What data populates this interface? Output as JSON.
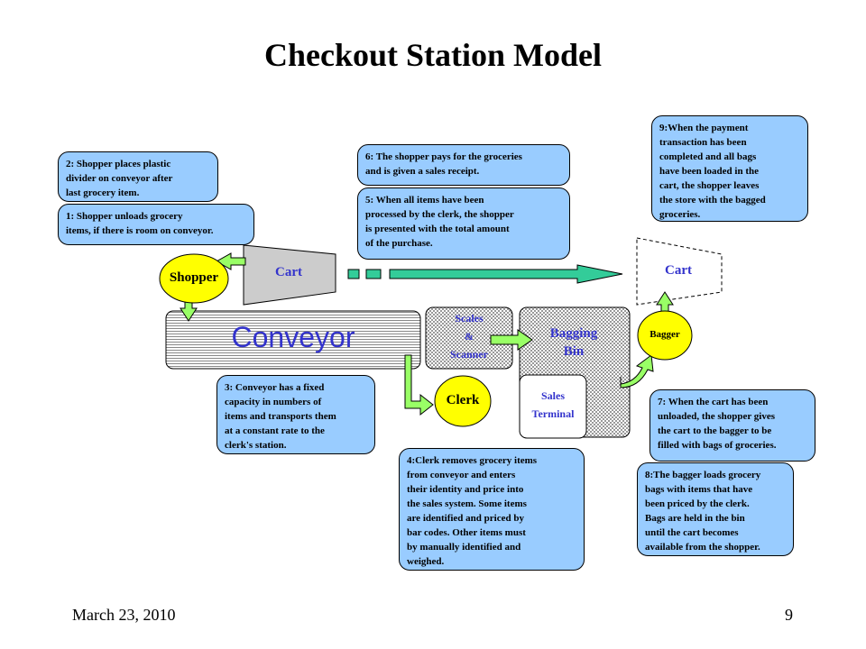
{
  "title": "Checkout Station Model",
  "footer": {
    "date": "March 23, 2010",
    "page": "9"
  },
  "labels": {
    "shopper": "Shopper",
    "cart_left": "Cart",
    "cart_right": "Cart",
    "conveyor": "Conveyor",
    "scales_line1": "Scales",
    "scales_line2": "&",
    "scales_line3": "Scanner",
    "bagging_line1": "Bagging",
    "bagging_line2": "Bin",
    "sales_line1": "Sales",
    "sales_line2": "Terminal",
    "clerk": "Clerk",
    "bagger": "Bagger"
  },
  "notes": {
    "n1": "1: Shopper unloads grocery\nitems, if there is room on conveyor.",
    "n2": "2: Shopper places plastic\ndivider on conveyor after\nlast grocery item.",
    "n3": "3: Conveyor has a fixed\ncapacity in numbers of\nitems and transports them\nat a constant rate to the\nclerk's station.",
    "n4": "4:Clerk removes grocery items\nfrom conveyor and enters\ntheir identity and price into\nthe sales system.  Some items\nare identified and priced by\nbar codes.  Other items must\nby manually identified and\nweighed.",
    "n5": "5: When all items have been\nprocessed by the clerk, the shopper\nis presented with the total amount\nof the purchase.",
    "n6": "6: The shopper pays for the groceries\nand is given a sales receipt.",
    "n7": "7: When the cart has been\nunloaded, the shopper gives\nthe cart to the bagger to be\nfilled with bags of groceries.",
    "n8": "8:The bagger loads grocery\nbags with items that have\nbeen priced by the clerk.\nBags are held in the bin\nuntil the cart becomes\navailable from the shopper.",
    "n9": "9:When the payment\ntransaction has been\ncompleted and all bags\nhave been loaded in the\ncart, the shopper leaves\nthe store with the bagged\ngroceries."
  },
  "colors": {
    "note_fill": "#99ccff",
    "node_fill": "#ffff00",
    "arrow_fill": "#99ff66",
    "cart_fill": "#cccccc",
    "label_blue": "#3333cc",
    "flow_arrow": "#33cc99"
  }
}
